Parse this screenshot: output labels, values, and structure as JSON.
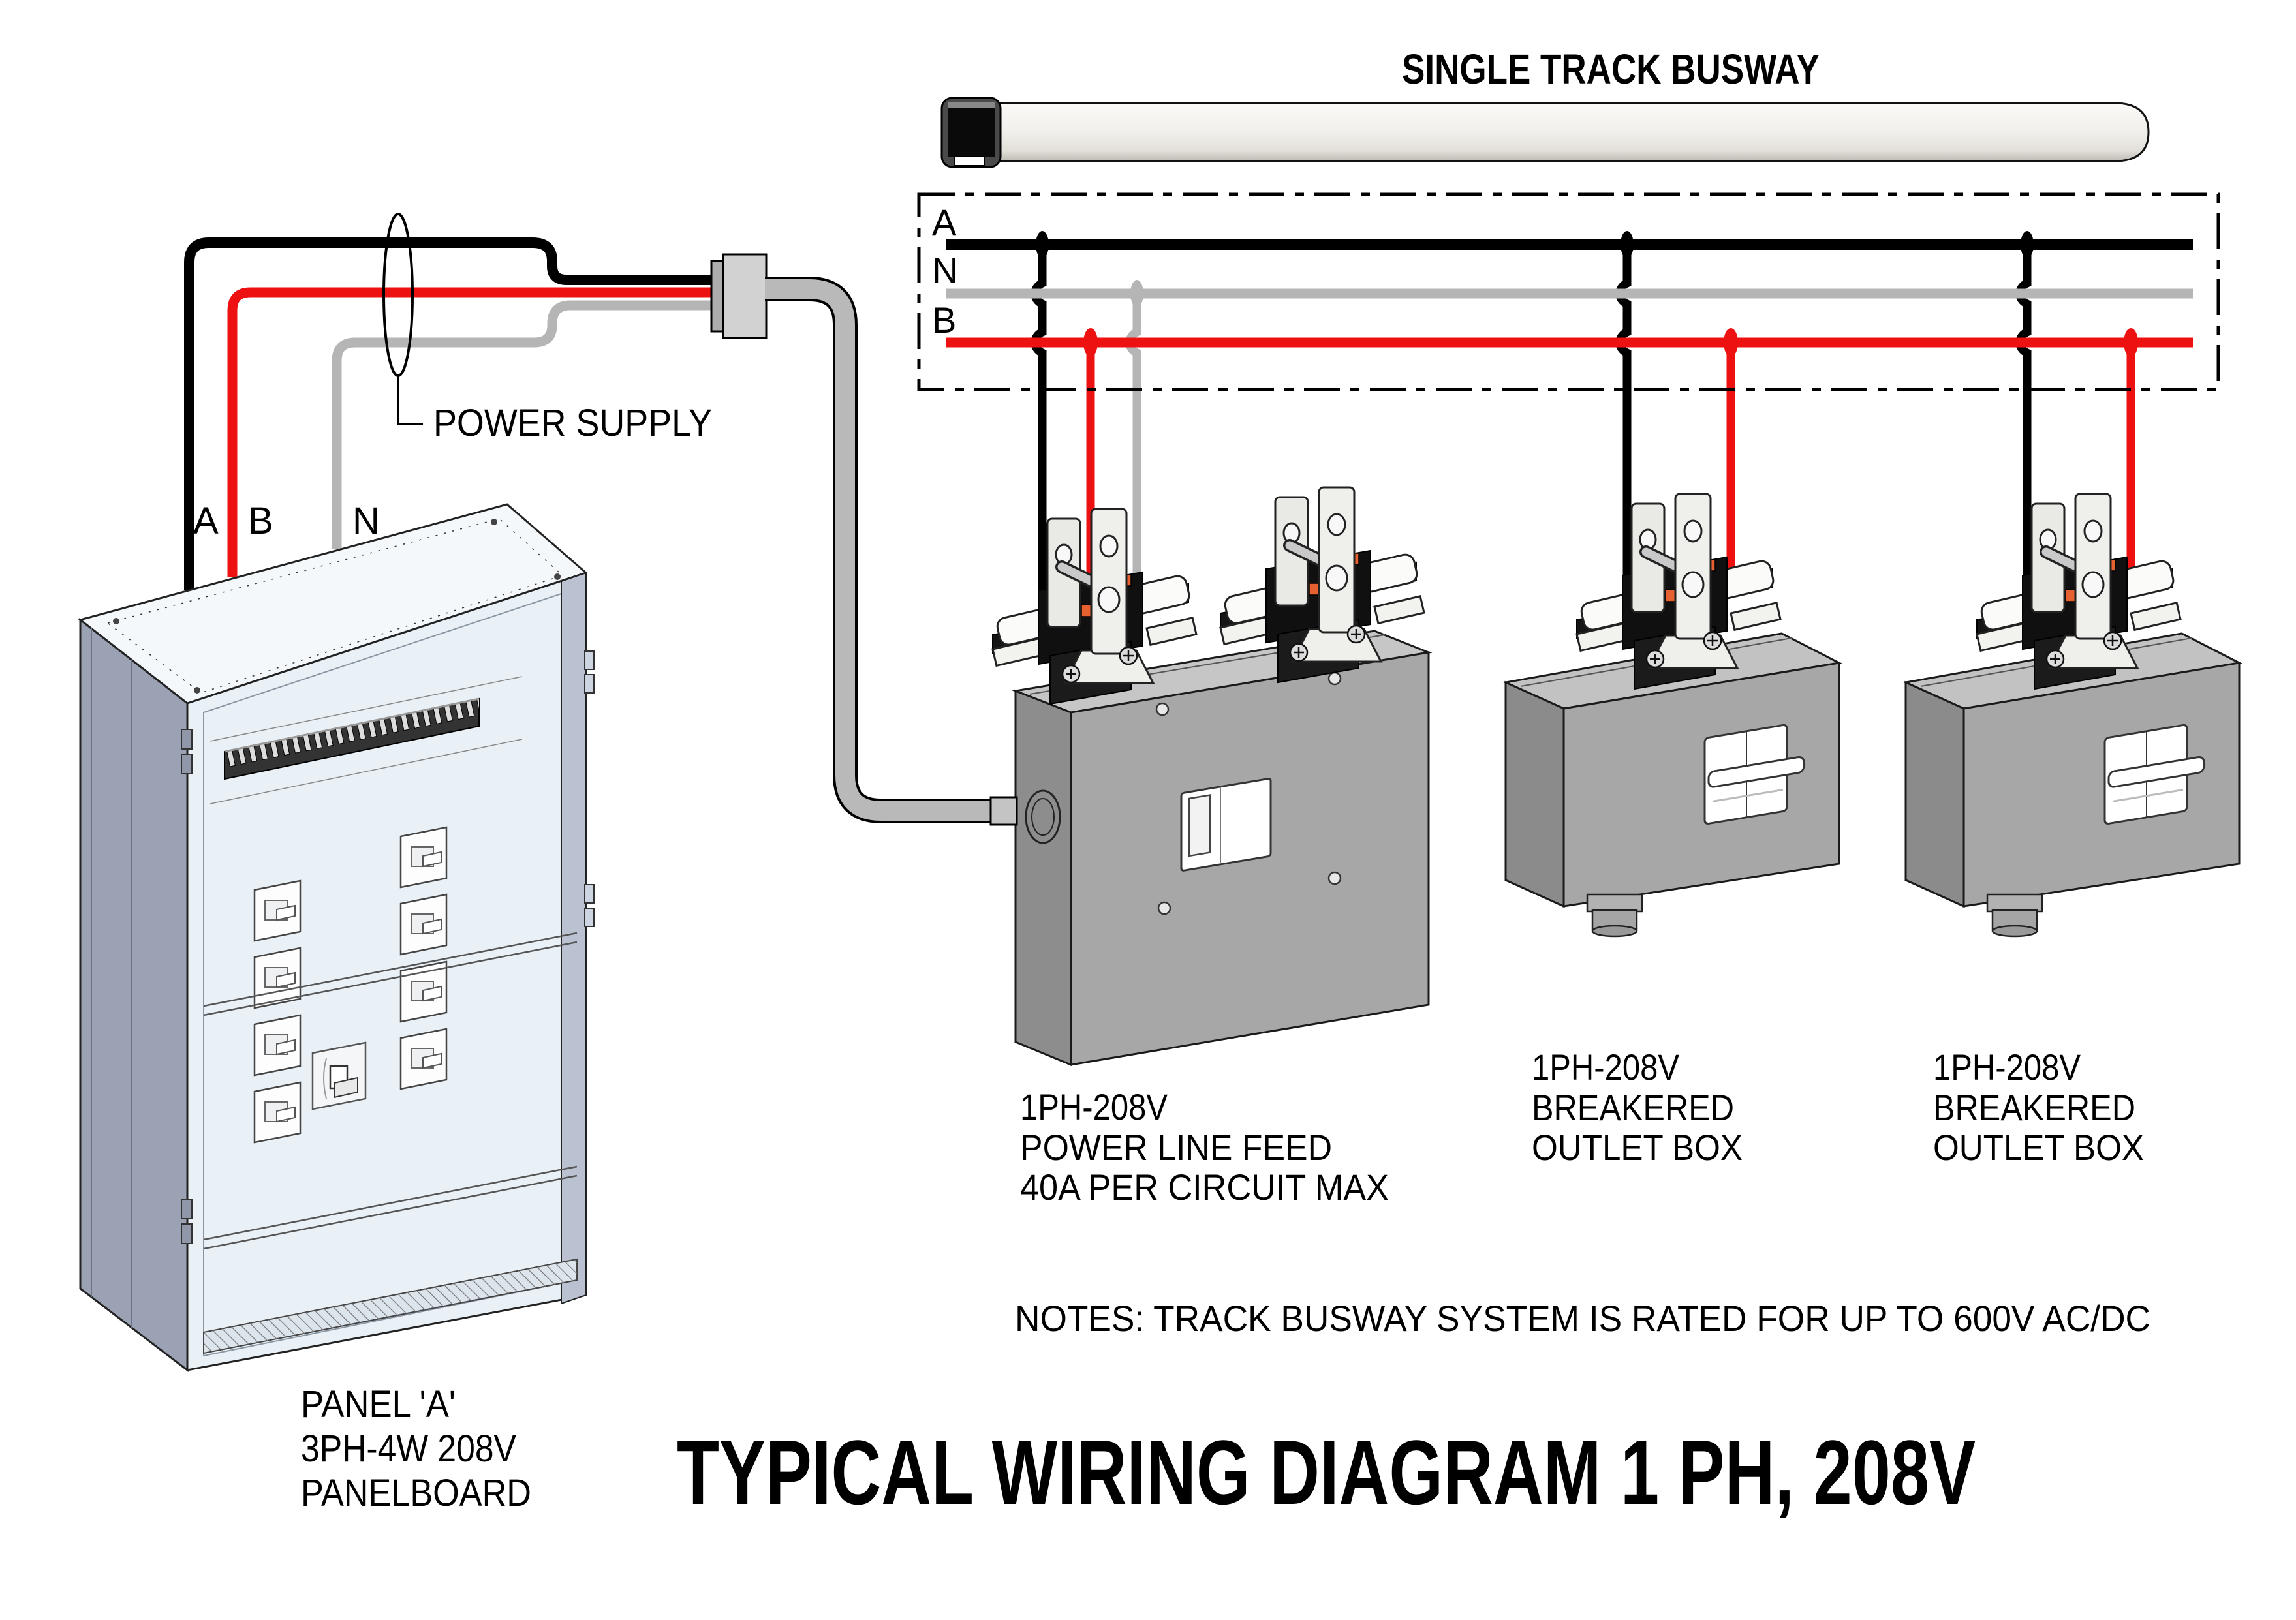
{
  "labels": {
    "busway_title": "SINGLE TRACK BUSWAY",
    "main_title": "TYPICAL WIRING DIAGRAM 1 PH, 208V",
    "notes": "NOTES: TRACK BUSWAY SYSTEM IS RATED FOR UP TO 600V AC/DC",
    "power_supply": "POWER SUPPLY"
  },
  "bus": {
    "phase_a": "A",
    "neutral": "N",
    "phase_b": "B"
  },
  "panel": {
    "wire_a": "A",
    "wire_b": "B",
    "wire_n": "N",
    "caption": [
      "PANEL 'A'",
      "3PH-4W 208V",
      "PANELBOARD"
    ]
  },
  "feed_box": {
    "caption": [
      "1PH-208V",
      "POWER LINE FEED",
      "40A PER CIRCUIT MAX"
    ]
  },
  "outlet_box_1": {
    "caption": [
      "1PH-208V",
      "BREAKERED",
      "OUTLET BOX"
    ]
  },
  "outlet_box_2": {
    "caption": [
      "1PH-208V",
      "BREAKERED",
      "OUTLET BOX"
    ]
  },
  "colors": {
    "phase_a": "#000000",
    "phase_b": "#ee1111",
    "neutral": "#b5b5b5",
    "busway_fill": "#f1efeb",
    "box_gray": "#a7a7a7",
    "panel_side": "#9aa2b4",
    "panel_front": "#e9f1f6"
  }
}
